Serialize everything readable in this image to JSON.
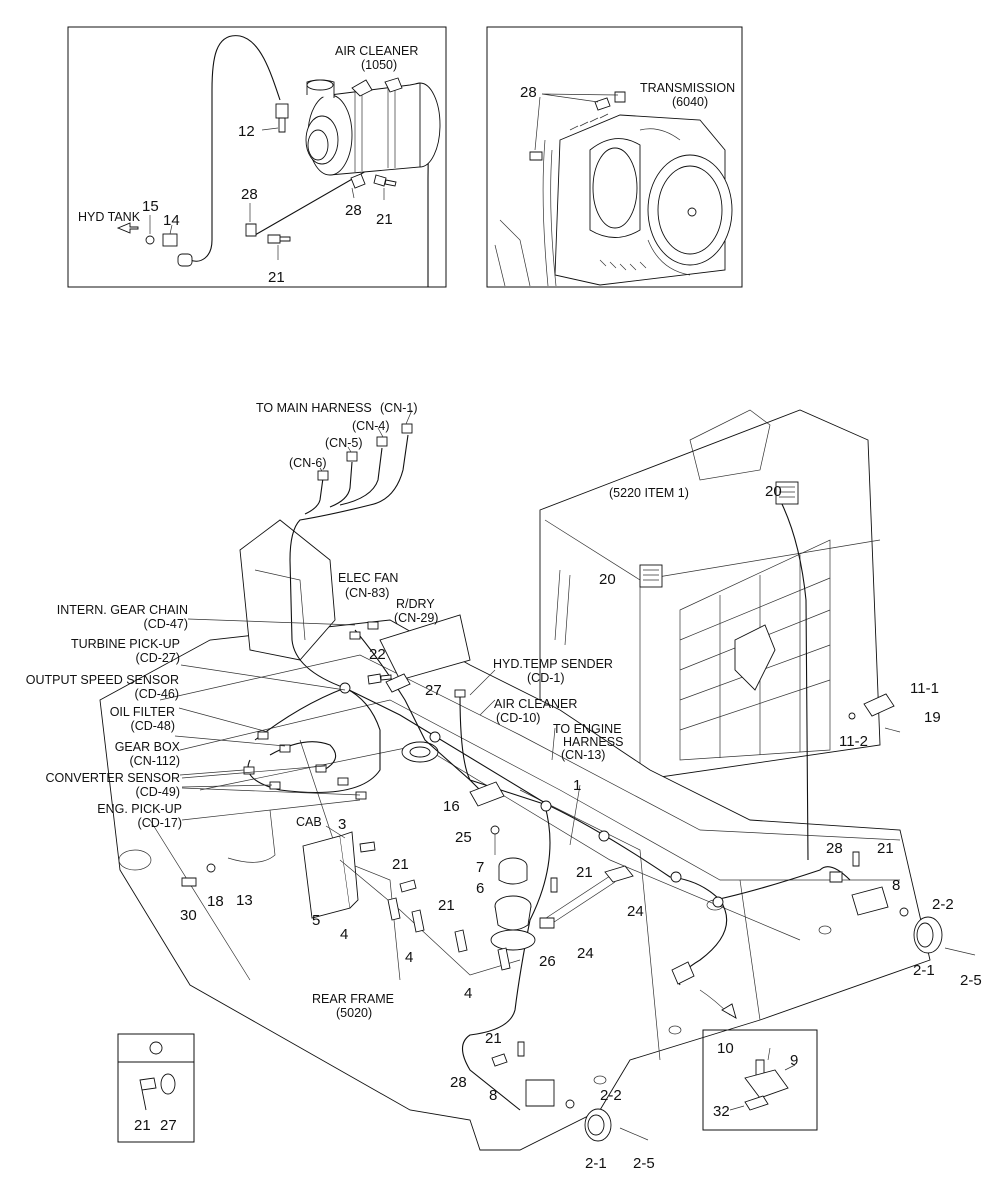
{
  "inset_air_cleaner": {
    "title": "AIR CLEANER",
    "code": "(1050)",
    "hyd_tank": "HYD TANK",
    "callouts": [
      "12",
      "15",
      "14",
      "28",
      "28",
      "21",
      "21"
    ]
  },
  "inset_transmission": {
    "title": "TRANSMISSION",
    "code": "(6040)",
    "callouts": [
      "28"
    ]
  },
  "harness": {
    "to_main": "TO MAIN HARNESS",
    "cn1": "(CN-1)",
    "cn4": "(CN-4)",
    "cn5": "(CN-5)",
    "cn6": "(CN-6)",
    "elec_fan": "ELEC FAN",
    "cn83": "(CN-83)",
    "rdry": "R/DRY",
    "cn29": "(CN-29)",
    "hyd_temp": "HYD.TEMP SENDER",
    "cd1": "(CD-1)",
    "air_cleaner": "AIR CLEANER",
    "cd10": "(CD-10)",
    "to_engine": "TO ENGINE",
    "harness_word": "HARNESS",
    "cn13": "(CN-13)",
    "cab": "CAB",
    "rear_frame": "REAR FRAME",
    "rear_code": "(5020)",
    "item_5220": "(5220 ITEM 1)"
  },
  "left_labels": [
    {
      "name": "INTERN. GEAR CHAIN",
      "code": "(CD-47)"
    },
    {
      "name": "TURBINE PICK-UP",
      "code": "(CD-27)"
    },
    {
      "name": "OUTPUT SPEED SENSOR",
      "code": "(CD-46)"
    },
    {
      "name": "OIL FILTER",
      "code": "(CD-48)"
    },
    {
      "name": "GEAR BOX",
      "code": "(CN-112)"
    },
    {
      "name": "CONVERTER SENSOR",
      "code": "(CD-49)"
    },
    {
      "name": "ENG. PICK-UP",
      "code": "(CD-17)"
    }
  ],
  "callouts": {
    "c20a": "20",
    "c20b": "20",
    "c22": "22",
    "c27": "27",
    "c16": "16",
    "c1": "1",
    "c25": "25",
    "c7": "7",
    "c6": "6",
    "c21a": "21",
    "c21b": "21",
    "c21c": "21",
    "c21d": "21",
    "c21e": "21",
    "c24a": "24",
    "c24b": "24",
    "c26": "26",
    "c3": "3",
    "c30": "30",
    "c18": "18",
    "c13": "13",
    "c5": "5",
    "c4a": "4",
    "c4b": "4",
    "c4c": "4",
    "c28a": "28",
    "c28b": "28",
    "c8a": "8",
    "c8b": "8",
    "c2_2a": "2-2",
    "c2_2b": "2-2",
    "c2_1a": "2-1",
    "c2_1b": "2-1",
    "c2_5a": "2-5",
    "c2_5b": "2-5",
    "c11_1": "11-1",
    "c11_2": "11-2",
    "c19": "19"
  },
  "detail_box": {
    "c10": "10",
    "c9": "9",
    "c32": "32"
  },
  "legend_box": {
    "c21": "21",
    "c27": "27"
  }
}
